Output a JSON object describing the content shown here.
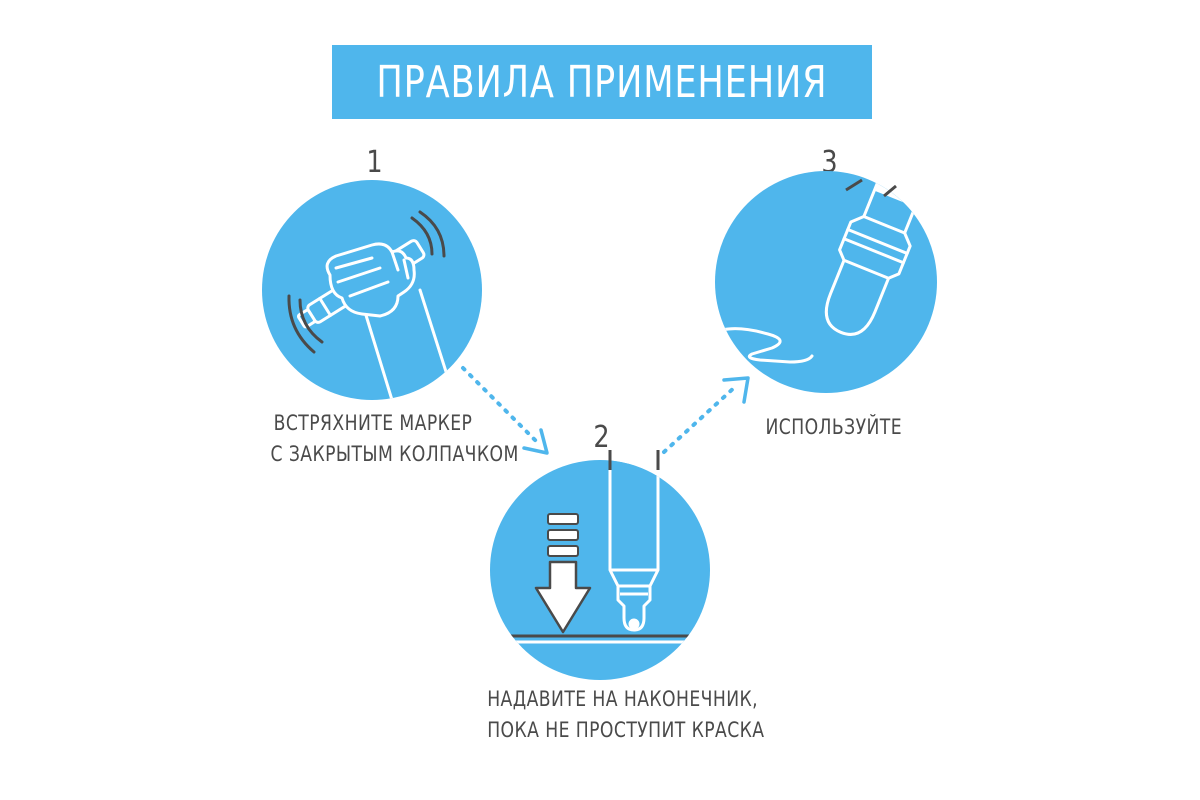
{
  "title": "ПРАВИЛА ПРИМЕНЕНИЯ",
  "colors": {
    "accent": "#4fb6ec",
    "text": "#4a4a4a",
    "background": "#ffffff"
  },
  "steps": [
    {
      "number": "1",
      "caption_lines": [
        "ВСТРЯХНИТЕ МАРКЕР",
        "С ЗАКРЫТЫМ КОЛПАЧКОМ"
      ],
      "illustration": "hand-shaking-marker-icon"
    },
    {
      "number": "2",
      "caption_lines": [
        "НАДАВИТЕ НА НАКОНЕЧНИК,",
        "ПОКА НЕ ПРОСТУПИТ КРАСКА"
      ],
      "illustration": "press-tip-icon"
    },
    {
      "number": "3",
      "caption_lines": [
        "ИСПОЛЬЗУЙТЕ"
      ],
      "illustration": "marker-writing-icon"
    }
  ]
}
